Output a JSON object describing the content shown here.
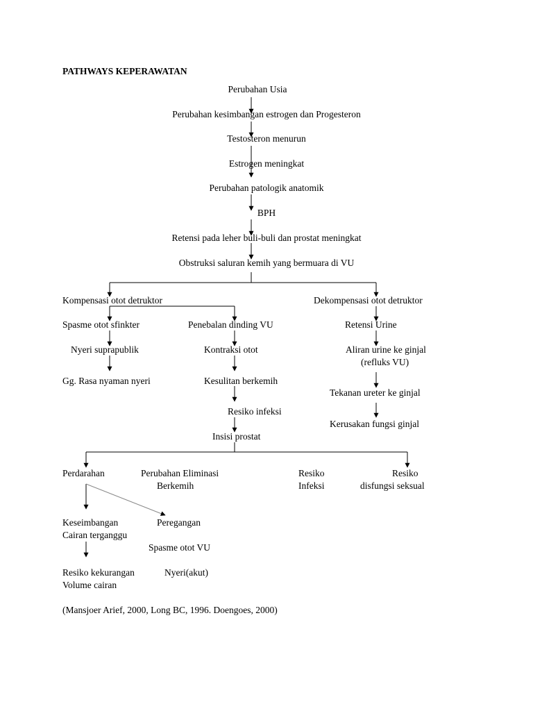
{
  "title": "PATHWAYS KEPERAWATAN",
  "main_chain": [
    "Perubahan Usia",
    "Perubahan kesimbangan estrogen dan Progesteron",
    "Testosteron menurun",
    "Estrogen meningkat",
    "Perubahan patologik anatomik",
    "BPH",
    "Retensi pada leher buli-buli dan prostat meningkat",
    "Obstruksi saluran kemih yang bermuara di VU"
  ],
  "left_branch": {
    "head": "Kompensasi otot detruktor",
    "sub_a": [
      "Spasme otot sfinkter",
      "Nyeri suprapublik",
      "Gg. Rasa nyaman nyeri"
    ],
    "sub_b": [
      "Penebalan dinding VU",
      "Kontraksi otot",
      "Kesulitan berkemih",
      "Resiko infeksi",
      "Insisi prostat"
    ]
  },
  "right_branch": {
    "head": "Dekompensasi otot detruktor",
    "items": [
      "Retensi Urine",
      "Aliran urine ke ginjal",
      "(refluks VU)",
      "Tekanan ureter ke ginjal",
      "Kerusakan fungsi ginjal"
    ]
  },
  "bottom": {
    "perdarahan": "Perdarahan",
    "eliminasi": [
      "Perubahan Eliminasi",
      "Berkemih"
    ],
    "resiko_infeksi": [
      "Resiko",
      "Infeksi"
    ],
    "disfungsi": [
      "Resiko",
      "disfungsi seksual"
    ],
    "keseimbangan": [
      "Keseimbangan",
      "Cairan terganggu"
    ],
    "peregangan": "Peregangan",
    "spasme_vu": "Spasme otot VU",
    "kekurangan": [
      "Resiko kekurangan",
      "Volume cairan"
    ],
    "nyeri_akut": "Nyeri(akut)"
  },
  "citation": "(Mansjoer Arief, 2000, Long BC, 1996. Doengoes, 2000)"
}
